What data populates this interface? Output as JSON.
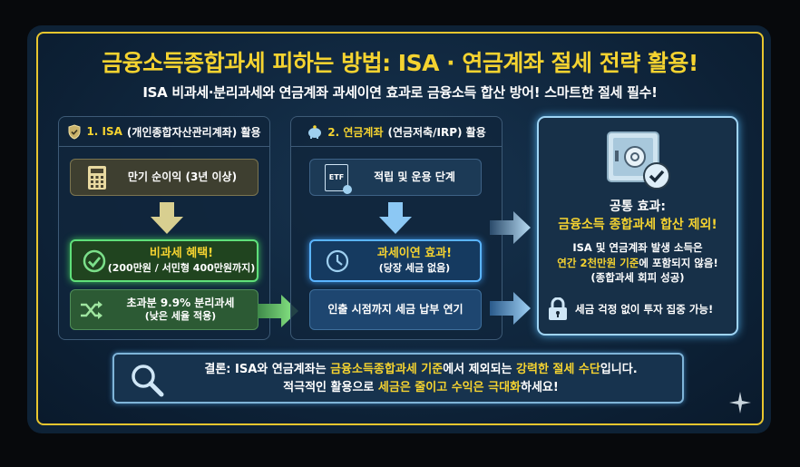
{
  "header": {
    "title": "금융소득종합과세 피하는 방법: ISA · 연금계좌 절세 전략 활용!",
    "subtitle": "ISA 비과세·분리과세와 연금계좌 과세이연 효과로 금융소득 합산 방어! 스마트한 절세 필수!"
  },
  "isa": {
    "title_num": "1. ISA",
    "title_rest": "(개인종합자산관리계좌) 활용",
    "step1": "만기 순이익 (3년 이상)",
    "benefit_title": "비과세 혜택!",
    "benefit_detail": "(200만원 / 서민형 400만원까지)",
    "excess_title": "초과분 9.9% 분리과세",
    "excess_detail": "(낮은 세율 적용)"
  },
  "pension": {
    "title_num": "2. 연금계좌",
    "title_rest": "(연금저축/IRP) 활용",
    "etf_label": "ETF",
    "step1": "적립 및 운용 단계",
    "deferral_title": "과세이연 효과!",
    "deferral_detail": "(당장 세금 없음)",
    "step3": "인출 시점까지 세금 납부 연기"
  },
  "common": {
    "label": "공통 효과:",
    "headline": "금융소득 종합과세 합산 제외!",
    "line1": "ISA 및 연금계좌 발생 소득은",
    "line2_highlight": "연간 2천만원 기준",
    "line2_rest": "에 포함되지 않음!",
    "line3": "(종합과세 회피 성공)",
    "lock_text": "세금 걱정 없이 투자 집중 가능!"
  },
  "conclusion": {
    "p1": "결론: ISA와 연금계좌는 ",
    "h1": "금융소득종합과세 기준",
    "p2": "에서 제외되는 ",
    "h2": "강력한 절세 수단",
    "p3": "입니다.",
    "p4": "적극적인 활용으로 ",
    "h3": "세금은 줄이고 수익은 극대화",
    "p5": "하세요!"
  },
  "colors": {
    "accent": "#f5d330",
    "green": "#4ad16a",
    "blue": "#4aa8f0",
    "panel": "#10263c"
  }
}
